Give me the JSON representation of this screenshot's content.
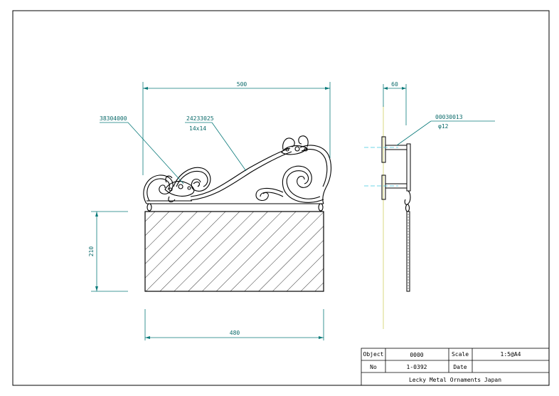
{
  "dimensions": {
    "bracket_width": "500",
    "sign_width": "480",
    "sign_height": "210",
    "side_depth": "60"
  },
  "callouts": {
    "ornament_code": "38304000",
    "bar_code": "24233025",
    "bar_size": "14x14",
    "bolt_code": "00030013",
    "bolt_diameter": "φ12"
  },
  "title_block": {
    "object_label": "Object",
    "object_value": "0000",
    "scale_label": "Scale",
    "scale_value": "1:5@A4",
    "no_label": "No",
    "no_value": "1-0392",
    "date_label": "Date",
    "date_value": "",
    "company": "Lecky Metal Ornaments Japan"
  },
  "colors": {
    "dimension": "#0a7a7a",
    "line": "#000000",
    "centerline": "#d8d880",
    "axis_mark": "#40c8e0"
  }
}
